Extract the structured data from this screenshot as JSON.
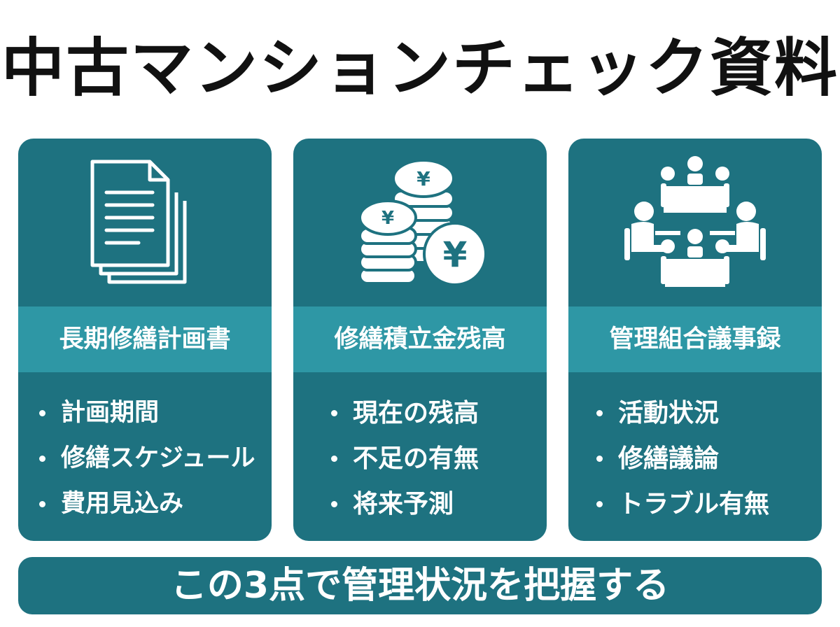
{
  "title": "中古マンションチェック資料",
  "cards": [
    {
      "icon": "document-stack-icon",
      "heading": "長期修繕計画書",
      "bullets": [
        "計画期間",
        "修繕スケジュール",
        "費用見込み"
      ]
    },
    {
      "icon": "yen-coins-icon",
      "heading": "修繕積立金残高",
      "bullets": [
        "現在の残高",
        "不足の有無",
        "将来予測"
      ]
    },
    {
      "icon": "meeting-icon",
      "heading": "管理組合議事録",
      "bullets": [
        "活動状況",
        "修繕議論",
        "トラブル有無"
      ]
    }
  ],
  "coin_symbol": "¥",
  "footer": "この3点で管理状況を把握する",
  "colors": {
    "card": "#1e7280",
    "band": "#2e97a5",
    "title": "#111111",
    "text": "#ffffff"
  }
}
